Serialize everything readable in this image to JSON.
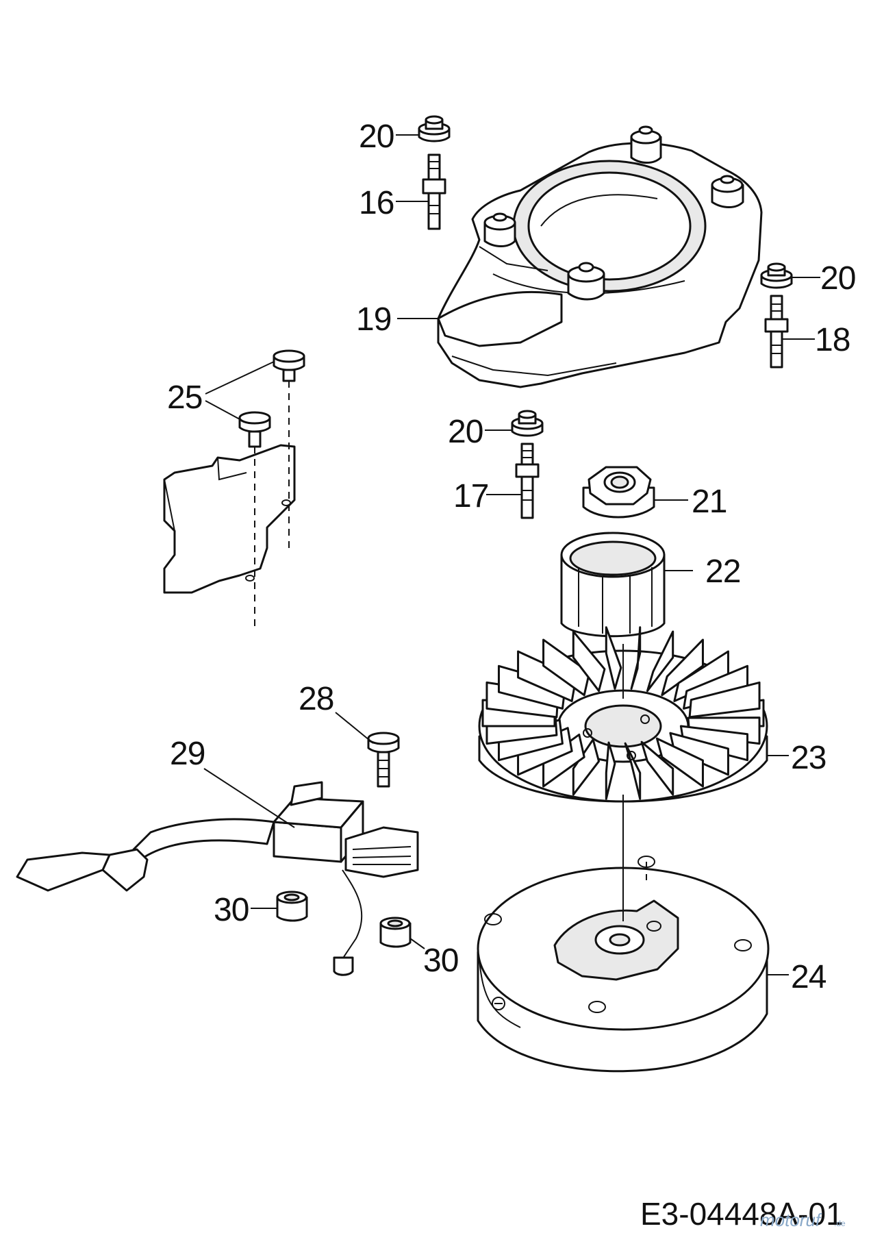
{
  "callouts": [
    {
      "id": "c-20a",
      "text": "20"
    },
    {
      "id": "c-16",
      "text": "16"
    },
    {
      "id": "c-19",
      "text": "19"
    },
    {
      "id": "c-20b",
      "text": "20"
    },
    {
      "id": "c-18",
      "text": "18"
    },
    {
      "id": "c-25",
      "text": "25"
    },
    {
      "id": "c-20c",
      "text": "20"
    },
    {
      "id": "c-17",
      "text": "17"
    },
    {
      "id": "c-21",
      "text": "21"
    },
    {
      "id": "c-22",
      "text": "22"
    },
    {
      "id": "c-28",
      "text": "28"
    },
    {
      "id": "c-29",
      "text": "29"
    },
    {
      "id": "c-23",
      "text": "23"
    },
    {
      "id": "c-30a",
      "text": "30"
    },
    {
      "id": "c-30b",
      "text": "30"
    },
    {
      "id": "c-24",
      "text": "24"
    }
  ],
  "drawing_code": "E3-04448A-01",
  "watermark": {
    "brand": "motoruf",
    "suffix": ".de"
  }
}
